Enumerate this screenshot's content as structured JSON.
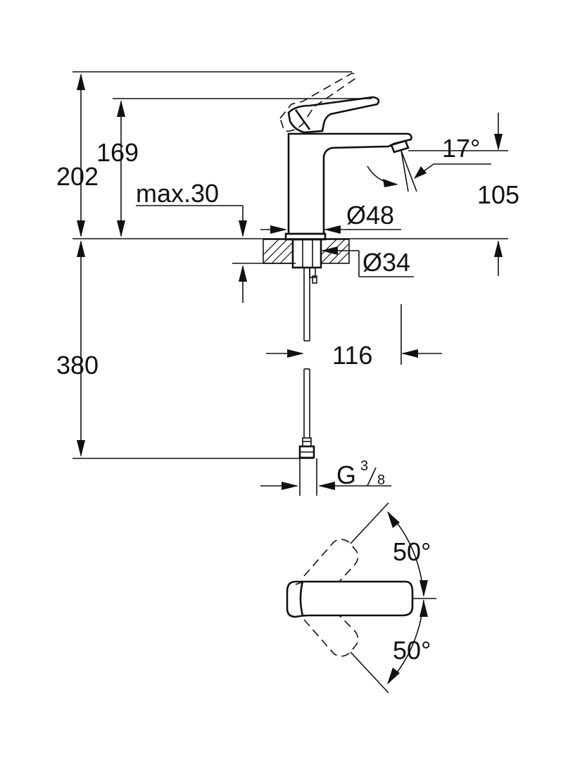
{
  "colors": {
    "line": "#111111",
    "background": "#ffffff"
  },
  "dimensions": {
    "d202": "202",
    "d169": "169",
    "d380": "380",
    "max30": "max.30",
    "d48": "Ø48",
    "d34": "Ø34",
    "d116": "116",
    "d105": "105",
    "angle17": "17°",
    "thread_letter": "G",
    "thread_num": "3",
    "thread_den": "8",
    "lever_angle_upper": "50°",
    "lever_angle_lower": "50°"
  }
}
